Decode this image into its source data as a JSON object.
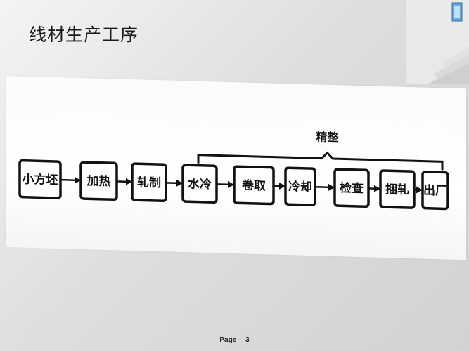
{
  "slide": {
    "title": "线材生产工序",
    "footer_label": "Page",
    "page_number": "3"
  },
  "diagram": {
    "group_label": "精整",
    "steps": [
      "小方坯",
      "加热",
      "轧制",
      "水冷",
      "卷取",
      "冷却",
      "检查",
      "捆轧",
      "出厂"
    ],
    "group_start_index": 3,
    "group_end_index": 8,
    "colors": {
      "ink": "#111111",
      "box_fill": "#ffffff"
    }
  }
}
